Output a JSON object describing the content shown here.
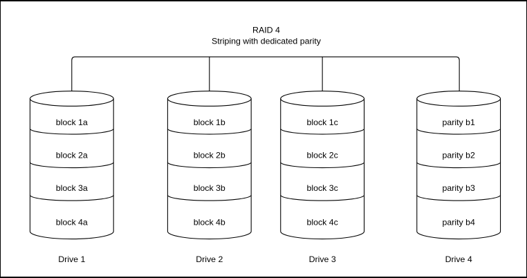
{
  "diagram": {
    "title": "RAID 4",
    "subtitle": "Striping with dedicated parity"
  },
  "drives": [
    {
      "name": "Drive 1",
      "blocks": [
        "block 1a",
        "block 2a",
        "block 3a",
        "block 4a"
      ]
    },
    {
      "name": "Drive 2",
      "blocks": [
        "block 1b",
        "block 2b",
        "block 3b",
        "block 4b"
      ]
    },
    {
      "name": "Drive 3",
      "blocks": [
        "block 1c",
        "block 2c",
        "block 3c",
        "block 4c"
      ]
    },
    {
      "name": "Drive 4",
      "blocks": [
        "parity b1",
        "parity b2",
        "parity b3",
        "parity b4"
      ]
    }
  ],
  "colors": {
    "stroke": "#000000",
    "background": "#ffffff"
  }
}
